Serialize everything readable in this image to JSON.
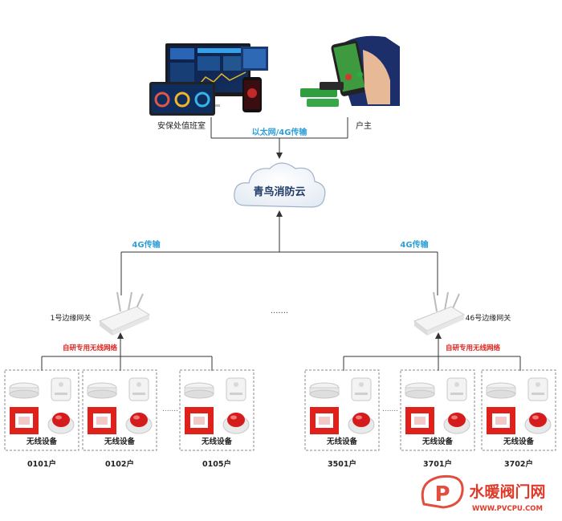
{
  "top": {
    "left_label": "安保处值班室",
    "right_label": "户主",
    "link_label": "以太网/4G传输"
  },
  "cloud": {
    "label": "青鸟消防云"
  },
  "uplinks": {
    "left_label": "4G传输",
    "right_label": "4G传输"
  },
  "ellipsis": ".......",
  "gateways": [
    {
      "label": "1号边缘网关"
    },
    {
      "label": "46号边缘网关"
    }
  ],
  "wireless": {
    "left_label": "自研专用无线网络",
    "right_label": "自研专用无线网络"
  },
  "households": [
    {
      "device_label": "无线设备",
      "unit": "0101户"
    },
    {
      "device_label": "无线设备",
      "unit": "0102户"
    },
    {
      "device_label": "无线设备",
      "unit": "0105户"
    },
    {
      "device_label": "无线设备",
      "unit": "3501户"
    },
    {
      "device_label": "无线设备",
      "unit": "3701户"
    },
    {
      "device_label": "无线设备",
      "unit": "3702户"
    }
  ],
  "watermark": {
    "title": "水暖阀门网",
    "url": "WWW.PVCPU.COM"
  },
  "colors": {
    "accent": "#2f9fd8",
    "alarm_red": "#e0201b",
    "line": "#333333",
    "watermark": "#e03a2a"
  }
}
